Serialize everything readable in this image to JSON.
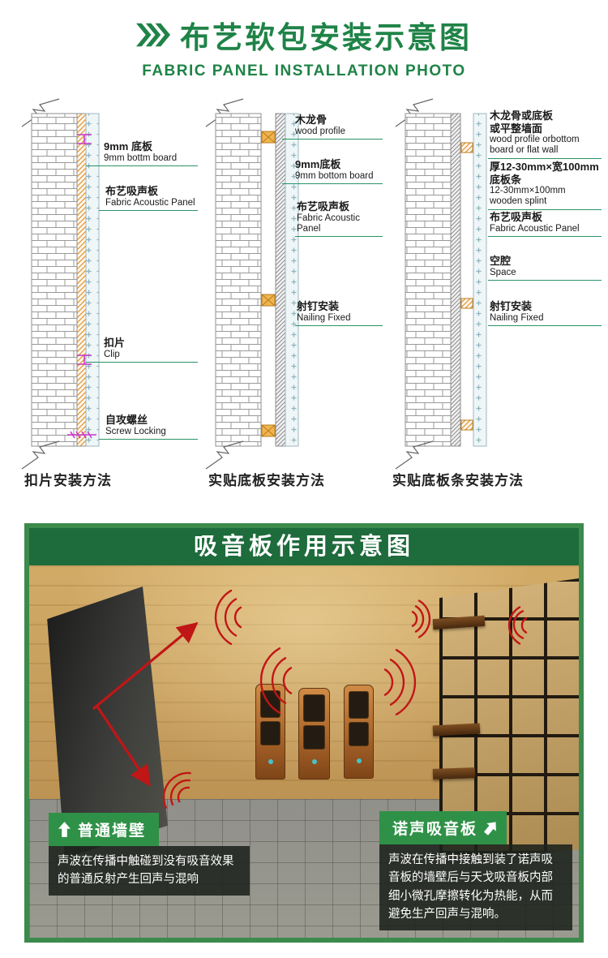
{
  "header": {
    "title_cn": "布艺软包安装示意图",
    "title_en": "FABRIC PANEL INSTALLATION PHOTO"
  },
  "diagrams": [
    {
      "caption": "扣片安装方法",
      "labels": [
        {
          "cn": "9mm 底板",
          "en": "9mm bottm board"
        },
        {
          "cn": "布艺吸声板",
          "en": "Fabric Acoustic Panel"
        },
        {
          "cn": "扣片",
          "en": "Clip"
        },
        {
          "cn": "自攻螺丝",
          "en": "Screw Locking"
        }
      ]
    },
    {
      "caption": "实贴底板安装方法",
      "labels": [
        {
          "cn": "木龙骨",
          "en": "wood profile"
        },
        {
          "cn": "9mm底板",
          "en": "9mm bottom board"
        },
        {
          "cn": "布艺吸声板",
          "en": "Fabric Acoustic Panel"
        },
        {
          "cn": "射钉安装",
          "en": "Nailing Fixed"
        }
      ]
    },
    {
      "caption": "实贴底板条安装方法",
      "labels": [
        {
          "cn": "木龙骨或底板\n或平整墙面",
          "en": "wood profile orbottom\nboard or flat wall"
        },
        {
          "cn": "厚12-30mm×宽100mm\n底板条",
          "en": "12-30mm×100mm\nwooden splint"
        },
        {
          "cn": "布艺吸声板",
          "en": "Fabric Acoustic Panel"
        },
        {
          "cn": "空腔",
          "en": "Space"
        },
        {
          "cn": "射钉安装",
          "en": "Nailing Fixed"
        }
      ]
    }
  ],
  "scene": {
    "title": "吸音板作用示意图",
    "callouts": [
      {
        "title": "普通墙壁",
        "text": "声波在传播中触碰到没有吸音效果的普通反射产生回声与混响"
      },
      {
        "title": "诺声吸音板",
        "text": "声波在传播中接触到装了诺声吸音板的墙壁后与天戈吸音板内部细小微孔摩擦转化为热能，从而避免生产回声与混响。"
      }
    ]
  },
  "colors": {
    "brand_green": "#1f8347",
    "leader_line_green": "#2a9467",
    "scene_border_green": "#3c8a4c",
    "scene_header_green": "#1e6b3c",
    "callout_green": "#2f9147",
    "wave_red": "#c11616"
  }
}
